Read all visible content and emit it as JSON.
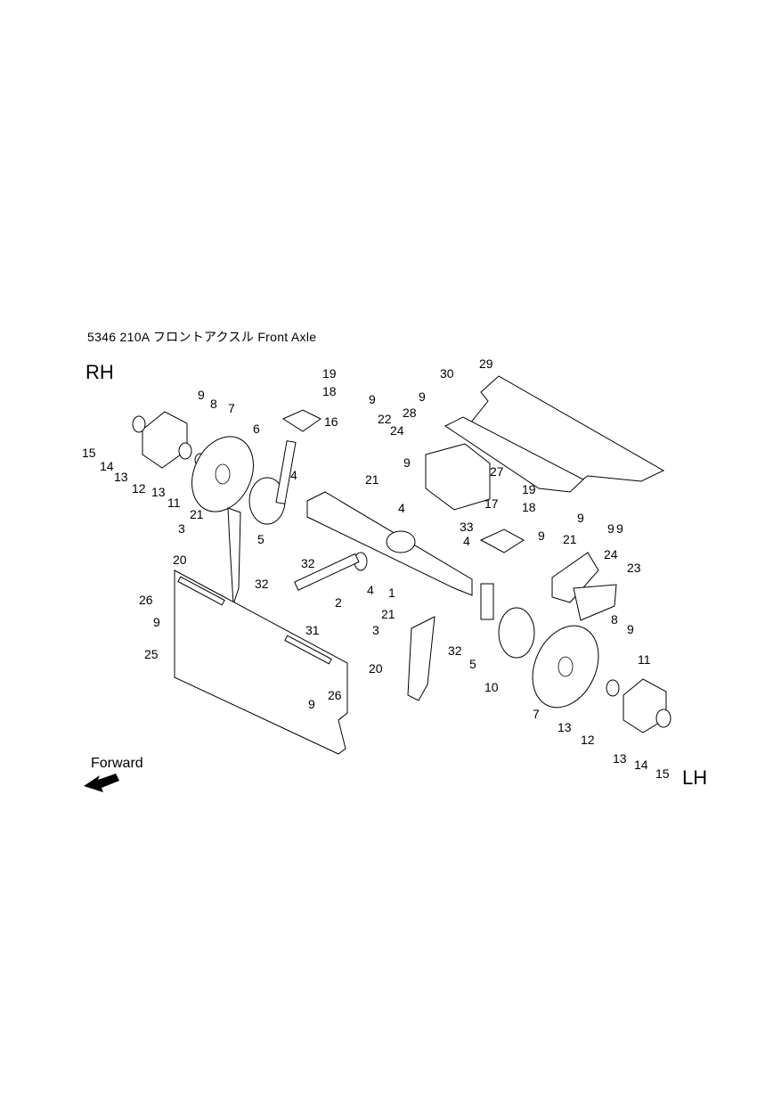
{
  "header": {
    "title": "5346  210A  フロントアクスル  Front  Axle"
  },
  "sides": {
    "rh": "RH",
    "lh": "LH"
  },
  "direction": {
    "forward": "Forward"
  },
  "callouts": [
    {
      "n": "19"
    },
    {
      "n": "18"
    },
    {
      "n": "16"
    },
    {
      "n": "9"
    },
    {
      "n": "30"
    },
    {
      "n": "29"
    },
    {
      "n": "9"
    },
    {
      "n": "28"
    },
    {
      "n": "22"
    },
    {
      "n": "24"
    },
    {
      "n": "9"
    },
    {
      "n": "27"
    },
    {
      "n": "9"
    },
    {
      "n": "8"
    },
    {
      "n": "7"
    },
    {
      "n": "6"
    },
    {
      "n": "15"
    },
    {
      "n": "14"
    },
    {
      "n": "13"
    },
    {
      "n": "12"
    },
    {
      "n": "13"
    },
    {
      "n": "11"
    },
    {
      "n": "4"
    },
    {
      "n": "21"
    },
    {
      "n": "4"
    },
    {
      "n": "33"
    },
    {
      "n": "17"
    },
    {
      "n": "19"
    },
    {
      "n": "18"
    },
    {
      "n": "9"
    },
    {
      "n": "9"
    },
    {
      "n": "21"
    },
    {
      "n": "3"
    },
    {
      "n": "21"
    },
    {
      "n": "5"
    },
    {
      "n": "32"
    },
    {
      "n": "9"
    },
    {
      "n": "9"
    },
    {
      "n": "24"
    },
    {
      "n": "23"
    },
    {
      "n": "20"
    },
    {
      "n": "4"
    },
    {
      "n": "4"
    },
    {
      "n": "32"
    },
    {
      "n": "2"
    },
    {
      "n": "1"
    },
    {
      "n": "26"
    },
    {
      "n": "31"
    },
    {
      "n": "9"
    },
    {
      "n": "21"
    },
    {
      "n": "3"
    },
    {
      "n": "32"
    },
    {
      "n": "8"
    },
    {
      "n": "9"
    },
    {
      "n": "25"
    },
    {
      "n": "20"
    },
    {
      "n": "5"
    },
    {
      "n": "11"
    },
    {
      "n": "10"
    },
    {
      "n": "26"
    },
    {
      "n": "9"
    },
    {
      "n": "7"
    },
    {
      "n": "13"
    },
    {
      "n": "12"
    },
    {
      "n": "13"
    },
    {
      "n": "14"
    },
    {
      "n": "15"
    }
  ]
}
